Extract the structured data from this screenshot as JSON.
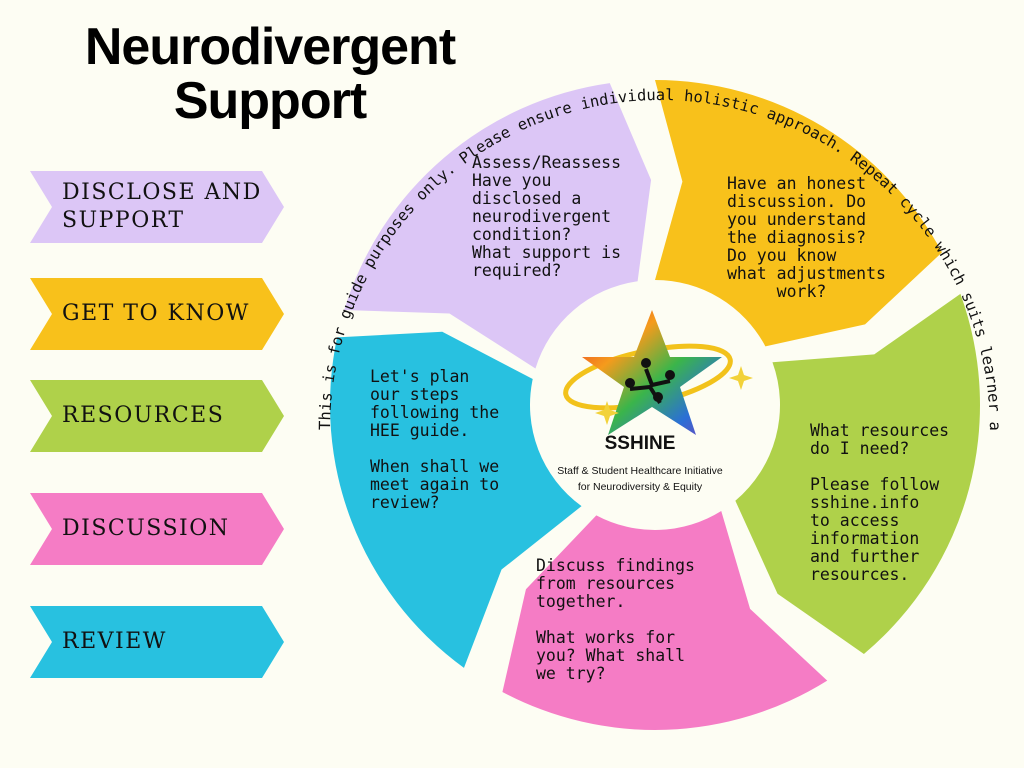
{
  "title": {
    "line1": "Neurodivergent",
    "line2": "Support"
  },
  "stages": [
    {
      "label": "DISCLOSE AND SUPPORT",
      "line1": "DISCLOSE AND",
      "line2": "SUPPORT",
      "color": "#dcc6f6"
    },
    {
      "label": "GET TO KNOW",
      "color": "#f8c11b"
    },
    {
      "label": "RESOURCES",
      "color": "#afd14a"
    },
    {
      "label": "DISCUSSION",
      "color": "#f57cc5"
    },
    {
      "label": "REVIEW",
      "color": "#28c1e0"
    }
  ],
  "arc_note": "This is for guide purposes only. Please ensure individual holistic approach. Repeat cycle which suits learner and supporter.",
  "cycle_text": {
    "assess": "Assess/Reassess\nHave you\ndisclosed a\nneurodivergent\ncondition?\nWhat support is\nrequired?",
    "honest": "Have an honest\ndiscussion. Do\nyou understand\nthe diagnosis?\nDo you know\nwhat adjustments\n     work?",
    "resources": "What resources\ndo I need?\n\nPlease follow\nsshine.info\nto access\ninformation\nand further\nresources.",
    "discuss": "Discuss findings\nfrom resources\ntogether.\n\nWhat works for\nyou? What shall\nwe try?",
    "plan": "Let's plan\nour steps\nfollowing the\nHEE guide.\n\nWhen shall we\nmeet again to\nreview?"
  },
  "logo": {
    "brand": "SSHINE",
    "org_line1": "Staff & Student Healthcare Initiative",
    "org_line2": "for Neurodiversity & Equity"
  }
}
